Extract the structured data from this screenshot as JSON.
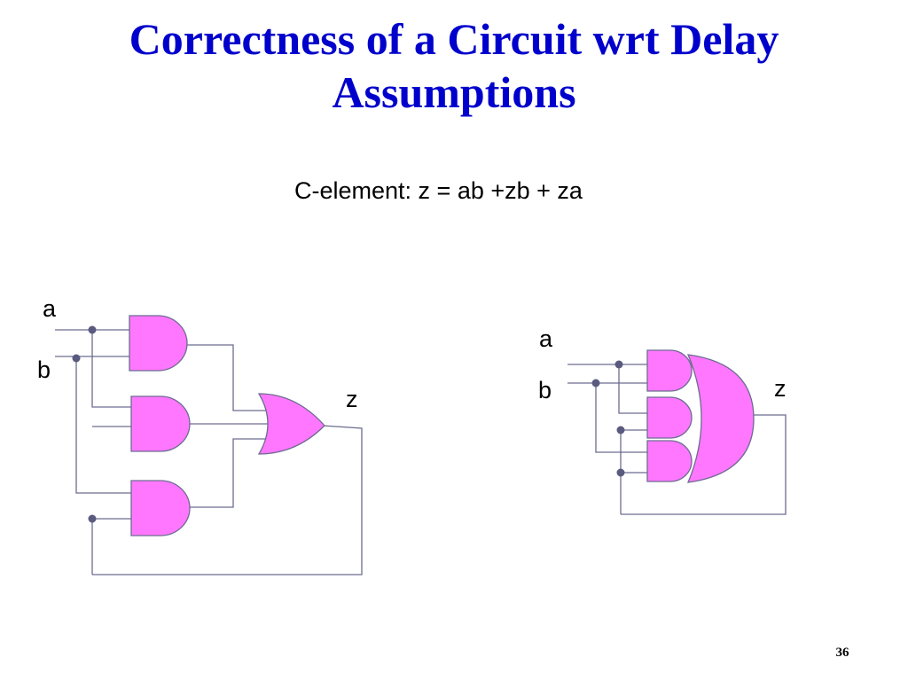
{
  "slide": {
    "title_line1": "Correctness of a Circuit wrt Delay",
    "title_line2": "Assumptions",
    "formula": "C-element: z = ab +zb + za",
    "slide_number": "36"
  },
  "left_circuit": {
    "input_a": "a",
    "input_b": "b",
    "output": "z"
  },
  "right_circuit": {
    "input_a": "a",
    "input_b": "b",
    "output": "z"
  },
  "colors": {
    "title": "#0000cc",
    "gate_fill": "#ff77ff",
    "wire": "#6c6c90"
  }
}
